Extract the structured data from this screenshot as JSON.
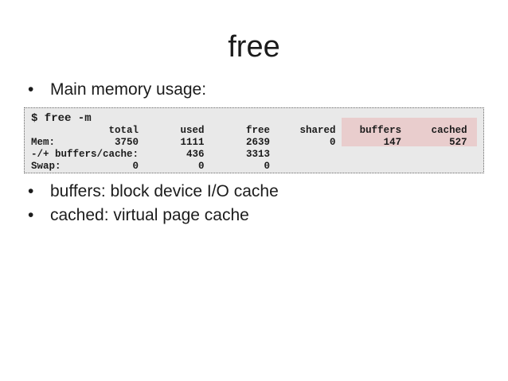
{
  "slide": {
    "title": "free",
    "bullet_glyph": "•",
    "bullets": {
      "main": "Main memory usage:",
      "buffers": "buffers: block device I/O cache",
      "cached": "cached: virtual page cache"
    }
  },
  "terminal": {
    "lines": {
      "command": "$ free -m",
      "header": "             total       used       free     shared    buffers     cached",
      "mem": "Mem:          3750       1111       2639          0        147        527",
      "buffers_cache": "-/+ buffers/cache:        436       3313",
      "swap": "Swap:            0          0          0"
    },
    "table": {
      "columns": [
        "total",
        "used",
        "free",
        "shared",
        "buffers",
        "cached"
      ],
      "rows": [
        {
          "label": "Mem:",
          "values": [
            "3750",
            "1111",
            "2639",
            "0",
            "147",
            "527"
          ]
        },
        {
          "label": "-/+ buffers/cache:",
          "values": [
            "436",
            "3313",
            "",
            "",
            "",
            ""
          ]
        },
        {
          "label": "Swap:",
          "values": [
            "0",
            "0",
            "0",
            "",
            "",
            ""
          ]
        }
      ]
    },
    "highlight": {
      "columns": [
        "buffers",
        "cached"
      ],
      "values": [
        "147",
        "527"
      ],
      "color": "#e9cdcd"
    },
    "colors": {
      "background": "#e9e9e9",
      "border": "#6b6b6b",
      "text": "#1b1b1b"
    }
  }
}
